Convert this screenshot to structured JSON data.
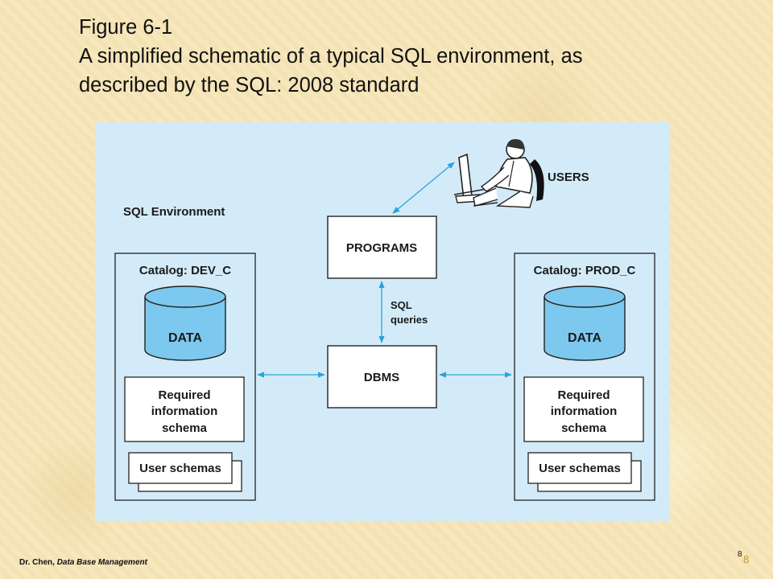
{
  "slide": {
    "title_line1": "Figure 6-1",
    "title_line2": "A simplified schematic of a typical SQL environment, as",
    "title_line3": "described by the SQL: 2008 standard",
    "footer_author": "Dr. Chen, ",
    "footer_course": "Data Base Management",
    "page_small": "8",
    "page": "8"
  },
  "diagram": {
    "users_label": "USERS",
    "env_label": "SQL Environment",
    "programs_label": "PROGRAMS",
    "sql_queries_line1": "SQL",
    "sql_queries_line2": "queries",
    "dbms_label": "DBMS",
    "left_catalog": {
      "label": "Catalog: DEV_C",
      "data_label": "DATA",
      "schema_line1": "Required",
      "schema_line2": "information",
      "schema_line3": "schema",
      "user_schemas": "User schemas"
    },
    "right_catalog": {
      "label": "Catalog: PROD_C",
      "data_label": "DATA",
      "schema_line1": "Required",
      "schema_line2": "information",
      "schema_line3": "schema",
      "user_schemas": "User schemas"
    },
    "colors": {
      "panel_bg": "#d3ebf8",
      "cylinder_fill": "#7cc8ee",
      "arrow": "#2aa3d8"
    }
  }
}
